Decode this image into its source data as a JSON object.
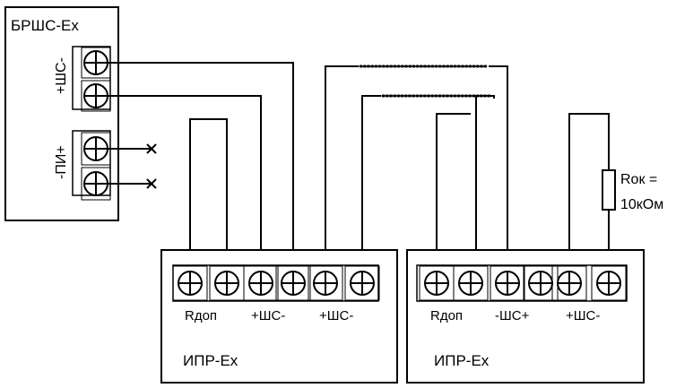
{
  "blocks": {
    "brshs": {
      "title": "БРШС-Ex",
      "label_shs": "+ШС-",
      "label_pi": "-ПИ+"
    },
    "ipr1": {
      "title": "ИПР-Ex",
      "terminal_labels": [
        "Rдоп",
        "+ШС-",
        "+ШС-"
      ]
    },
    "ipr2": {
      "title": "ИПР-Ex",
      "terminal_labels": [
        "Rдоп",
        "-ШС+",
        "+ШС-"
      ]
    }
  },
  "resistor": {
    "label_line1": "Rок =",
    "label_line2": "10кОм"
  },
  "icons": {
    "screw_terminal": "screw-terminal-icon",
    "open_end": "x-mark-icon"
  }
}
